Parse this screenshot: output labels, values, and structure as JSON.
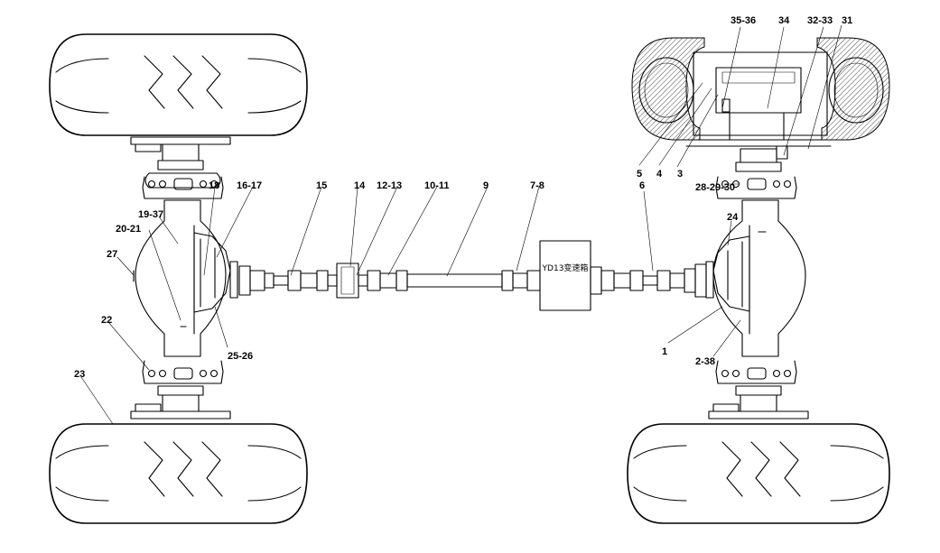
{
  "gearbox_label": "YD13变速箱",
  "labels": {
    "l1": "1",
    "l2_38": "2-38",
    "l3": "3",
    "l4": "4",
    "l5": "5",
    "l6": "6",
    "l7_8": "7-8",
    "l9": "9",
    "l10_11": "10-11",
    "l12_13": "12-13",
    "l14": "14",
    "l15": "15",
    "l16_17": "16-17",
    "l18": "18",
    "l19_37": "19-37",
    "l20_21": "20-21",
    "l22": "22",
    "l23": "23",
    "l24": "24",
    "l25_26": "25-26",
    "l27": "27",
    "l28_29_30": "28-29-30",
    "l31": "31",
    "l32_33": "32-33",
    "l34": "34",
    "l35_36": "35-36"
  }
}
